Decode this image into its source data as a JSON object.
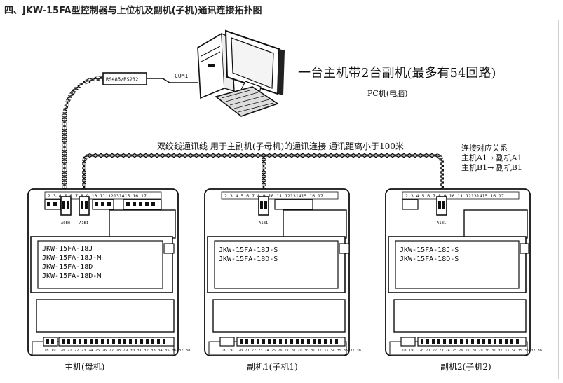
{
  "heading": "四、JKW-15FA型控制器与上位机及副机(子机)通讯连接拓扑图",
  "pc": {
    "title": "一台主机带2台副机(最多有54回路)",
    "label": "PC机(电脑)",
    "port": "COM1",
    "converter": "RS485/RS232"
  },
  "cable_note": "双绞线通讯线 用于主副机(子母机)的通讯连接 通讯距离小于100米",
  "mapping": {
    "title": "连接对应关系",
    "line1": "主机A1→ 副机A1",
    "line2": "主机B1→ 副机B1"
  },
  "units": [
    {
      "caption": "主机(母机)",
      "models": [
        "JKW-15FA-18J",
        "JKW-15FA-18J-M",
        "JKW-15FA-18D",
        "JKW-15FA-18D-M"
      ],
      "top_terms": "2  3  4  5  6  7  8  9  10 11 12131415 16 17",
      "port_labels": [
        "A0B0",
        "A1B1"
      ],
      "bottom_left": "18 19",
      "bottom_terms": "20 21 22 23 24 25 26 27 28 29 30 31 32 33 34 35 36 37 38"
    },
    {
      "caption": "副机1(子机1)",
      "models": [
        "JKW-15FA-18J-S",
        "JKW-15FA-18D-S"
      ],
      "top_terms": "2  3  4  5  6  7  8  9  10 11 12131415 16 17",
      "port_labels": [
        "A1B1"
      ],
      "bottom_left": "18 19",
      "bottom_terms": "20 21 22 23 24 25 26 27 28 29 30 31 32 33 34 35 36 37 38"
    },
    {
      "caption": "副机2(子机2)",
      "models": [
        "JKW-15FA-18J-S",
        "JKW-15FA-18D-S"
      ],
      "top_terms": "2  3  4  5  6  7  8  9  10 11 12131415 16 17",
      "port_labels": [
        "A1B1"
      ],
      "bottom_left": "18 19",
      "bottom_terms": "20 21 22 23 24 25 26 27 28 29 30 31 32 33 34 35 36 37 38"
    }
  ]
}
